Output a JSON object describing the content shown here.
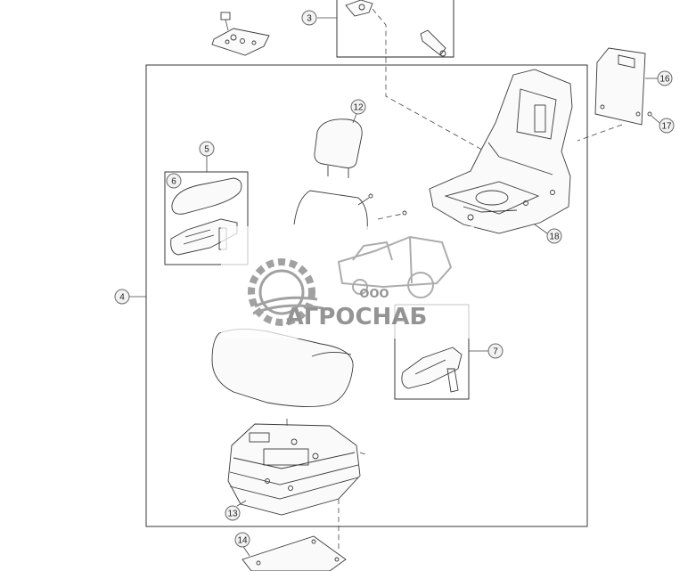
{
  "callouts": {
    "c3": "3",
    "c4": "4",
    "c5": "5",
    "c6": "6",
    "c7": "7",
    "c12": "12",
    "c13": "13",
    "c14": "14",
    "c16": "16",
    "c17": "17",
    "c18": "18"
  },
  "watermark": {
    "prefix": "ООО",
    "name": "АГРОСНАБ"
  },
  "colors": {
    "line": "#3a3a3a",
    "callout_fill": "#f2f2f2",
    "watermark": "#8c8c8c"
  }
}
